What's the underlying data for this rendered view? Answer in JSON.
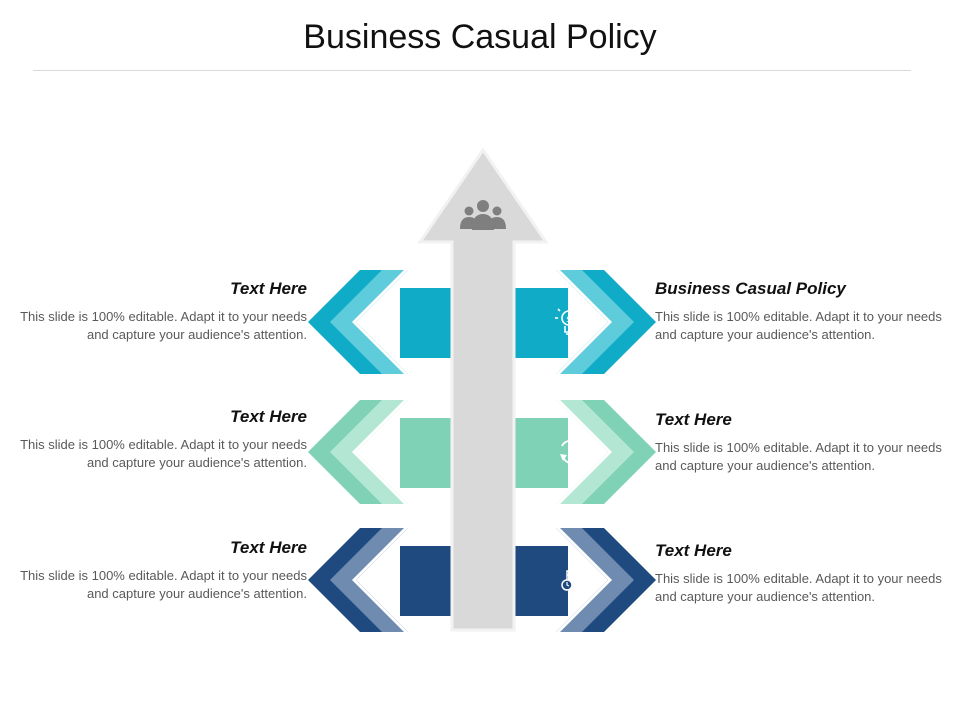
{
  "title": "Business Casual Policy",
  "colors": {
    "row1_dark": "#10abc7",
    "row1_light": "#5fccdc",
    "row2_dark": "#80d2b6",
    "row2_light": "#b4e6d4",
    "row3_dark": "#1e4a80",
    "row3_light": "#6f8bb0",
    "center_arrow": "#d9d9d9",
    "center_arrow_edge": "#f2f2f2",
    "icon": "#ffffff",
    "people_icon": "#7f7f7f"
  },
  "center_icon": "people-group-icon",
  "left_items": [
    {
      "heading": "Text Here",
      "body": "This slide is 100% editable. Adapt it to your needs and capture your audience's attention.",
      "icon": "bar-chart-icon"
    },
    {
      "heading": "Text Here",
      "body": "This slide is 100% editable. Adapt it to your needs and capture your audience's attention.",
      "icon": "globe-pie-icon"
    },
    {
      "heading": "Text Here",
      "body": "This slide is 100% editable. Adapt it to your needs and capture your audience's attention.",
      "icon": "gear-target-icon"
    }
  ],
  "right_items": [
    {
      "heading": "Business Casual Policy",
      "body": "This slide is 100% editable. Adapt it to your needs and capture your audience's attention.",
      "icon": "lightbulb-dollar-icon"
    },
    {
      "heading": "Text Here",
      "body": "This slide is 100% editable. Adapt it to your needs and capture your audience's attention.",
      "icon": "refresh-gear-icon"
    },
    {
      "heading": "Text Here",
      "body": "This slide is 100% editable. Adapt it to your needs and capture your audience's attention.",
      "icon": "calendar-clock-icon"
    }
  ]
}
